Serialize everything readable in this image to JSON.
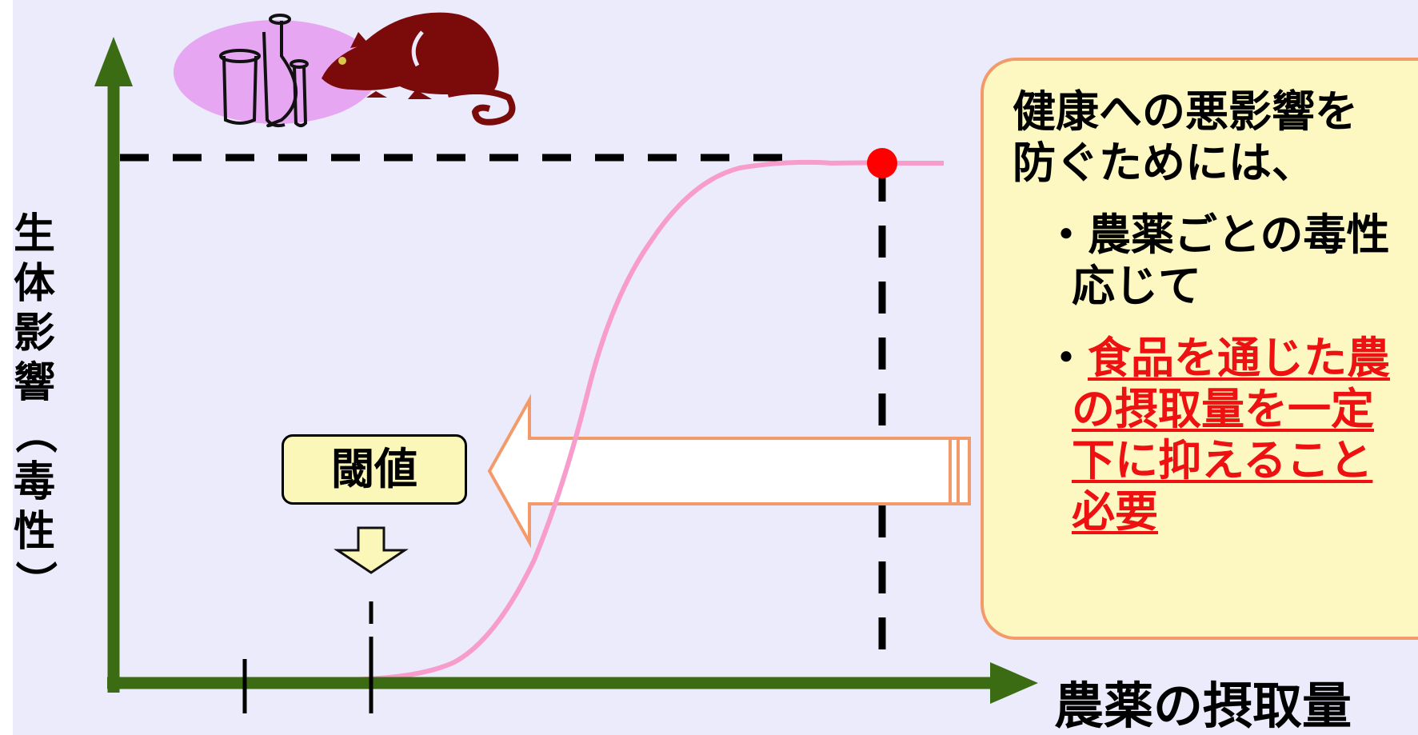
{
  "y_axis": {
    "label_chars": [
      "生",
      "体",
      "影",
      "響",
      "（",
      "毒",
      "性",
      "）"
    ]
  },
  "x_axis": {
    "label": "農薬の摂取量"
  },
  "threshold": {
    "label": "閾値"
  },
  "info_box": {
    "line1": "健康への悪影響を",
    "line2": "防ぐためには、",
    "bullet1_line1": "・農薬ごとの毒性",
    "bullet1_line2": "応じて",
    "bullet2_prefix": "・",
    "bullet2_line1": "食品を通じた農",
    "bullet2_line2": "の摂取量を一定",
    "bullet2_line3": "下に抑えること",
    "bullet2_line4": "必要"
  },
  "colors": {
    "background": "#ecebfb",
    "axis": "#3b6b12",
    "curve": "#f79ccb",
    "max_point": "#ff0000",
    "rat": "#7b0a0a",
    "beaker_blob": "#e6a6f2",
    "box_fill": "#fdf8c2",
    "box_border": "#f39a6a",
    "emphasis_text": "#ee1111"
  },
  "icons": [
    "rat-icon",
    "lab-glassware-icon",
    "down-arrow-icon",
    "left-arrow-icon"
  ]
}
